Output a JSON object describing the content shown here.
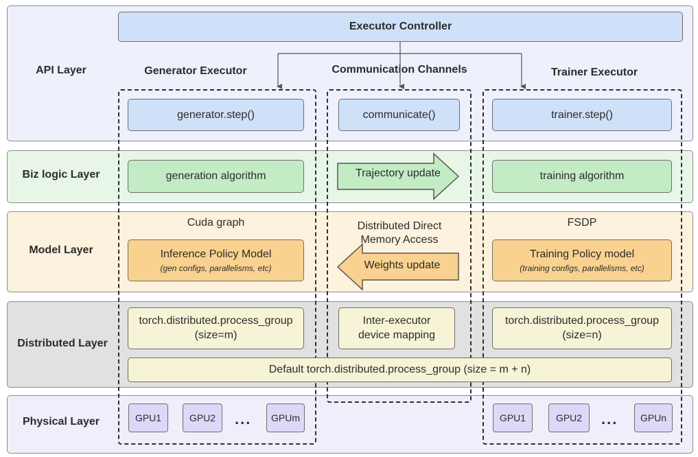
{
  "layers": {
    "api": "API Layer",
    "biz": "Biz logic Layer",
    "model": "Model Layer",
    "dist": "Distributed Layer",
    "phys": "Physical Layer"
  },
  "controller": "Executor Controller",
  "columns": {
    "generator": "Generator Executor",
    "comm": "Communication Channels",
    "trainer": "Trainer Executor"
  },
  "api_boxes": {
    "gen": "generator.step()",
    "comm": "communicate()",
    "train": "trainer.step()"
  },
  "biz_boxes": {
    "gen": "generation algorithm",
    "comm": "Trajectory update",
    "train": "training algorithm"
  },
  "model": {
    "gen_note": "Cuda graph",
    "comm_note_1": "Distributed Direct",
    "comm_note_2": "Memory Access",
    "train_note": "FSDP",
    "gen_title": "Inference Policy Model",
    "gen_sub_1": "gen configs",
    "gen_sub_2": "parallelisms",
    "gen_sub_3": "etc",
    "comm_arrow": "Weights update",
    "train_title": "Training Policy model",
    "train_sub_1": "training configs",
    "train_sub_2": "parallelisms",
    "train_sub_3": "etc"
  },
  "dist": {
    "gen_1": "torch.distributed.process_group",
    "gen_2": "(size=m)",
    "comm_1": "Inter-executor",
    "comm_2": "device mapping",
    "train_1": "torch.distributed.process_group",
    "train_2": "(size=n)",
    "default": "Default torch.distributed.process_group (size = m + n)"
  },
  "gpus": {
    "g1": "GPU1",
    "g2": "GPU2",
    "gm": "GPUm",
    "t1": "GPU1",
    "t2": "GPU2",
    "tn": "GPUn",
    "dots": "..."
  },
  "colors": {
    "api_bg": "#eef0fb",
    "biz_bg": "#e7f6e6",
    "model_bg": "#fdf2dd",
    "dist_bg": "#e1e1e1",
    "phys_bg": "#efeffb",
    "blue_box": "#cfe1f8",
    "green_box": "#c3ecc4",
    "orange_box": "#fad28f",
    "cream_box": "#f6f3d6",
    "gpu_box": "#dcd9f8"
  }
}
